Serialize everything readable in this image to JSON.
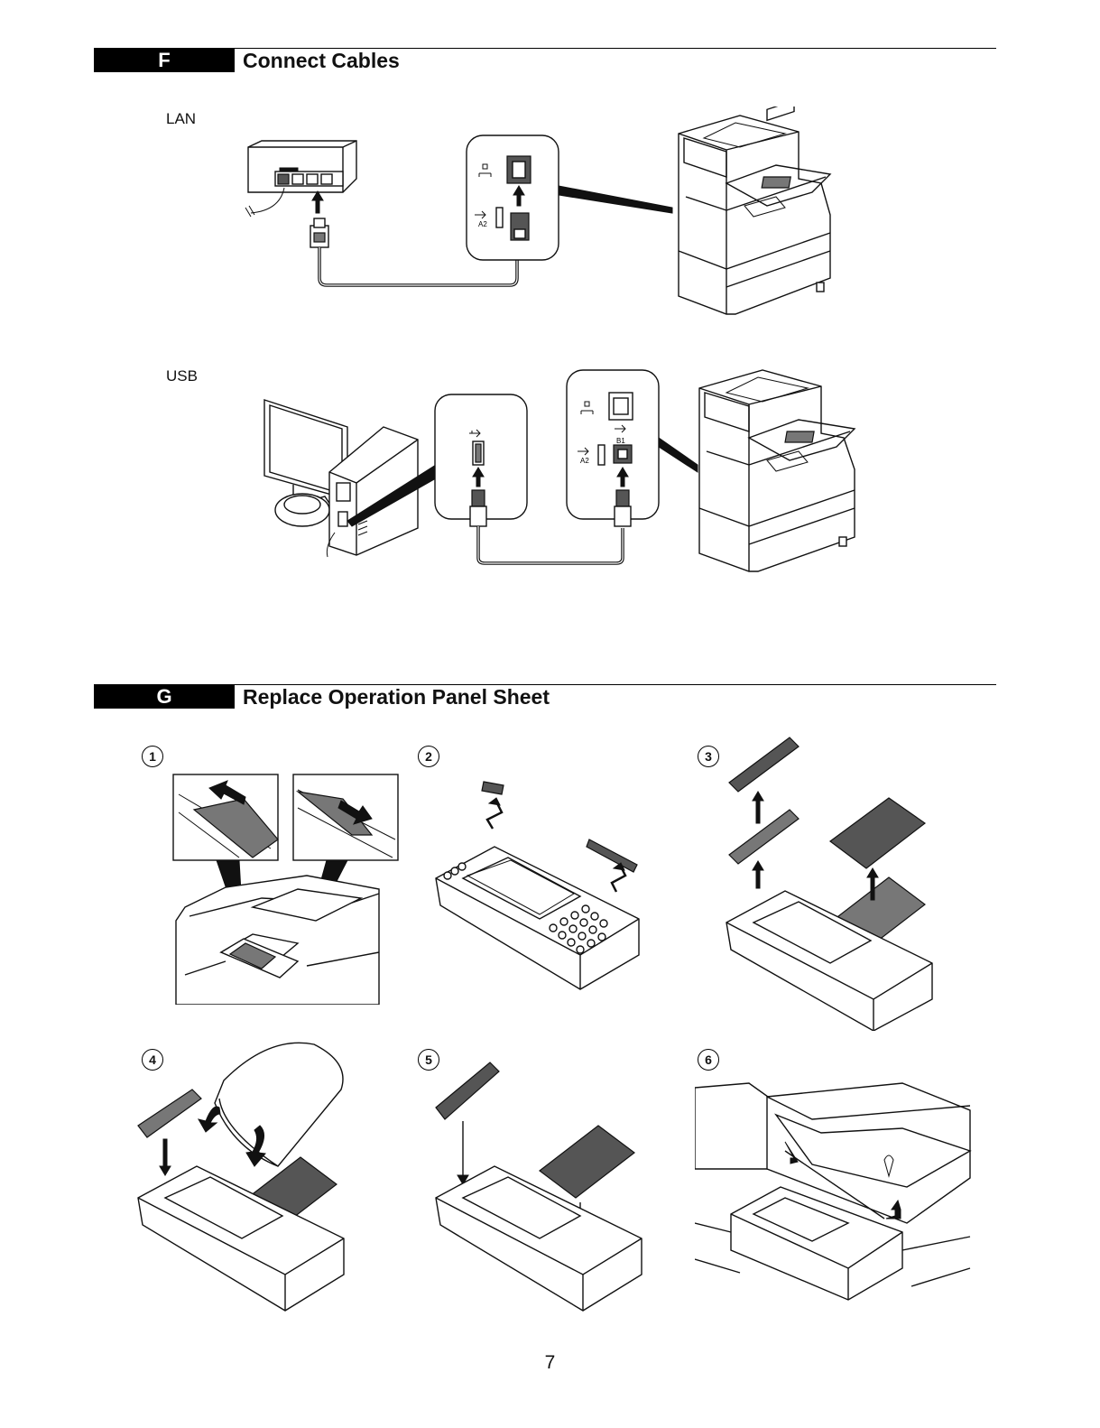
{
  "sections": {
    "f": {
      "letter": "F",
      "title": "Connect Cables"
    },
    "g": {
      "letter": "G",
      "title": "Replace Operation Panel Sheet"
    }
  },
  "connect": {
    "lan_label": "LAN",
    "usb_label": "USB",
    "port_labels": {
      "a2": "A2",
      "b1": "B1"
    }
  },
  "steps": [
    "1",
    "2",
    "3",
    "4",
    "5",
    "6"
  ],
  "page_number": "7"
}
